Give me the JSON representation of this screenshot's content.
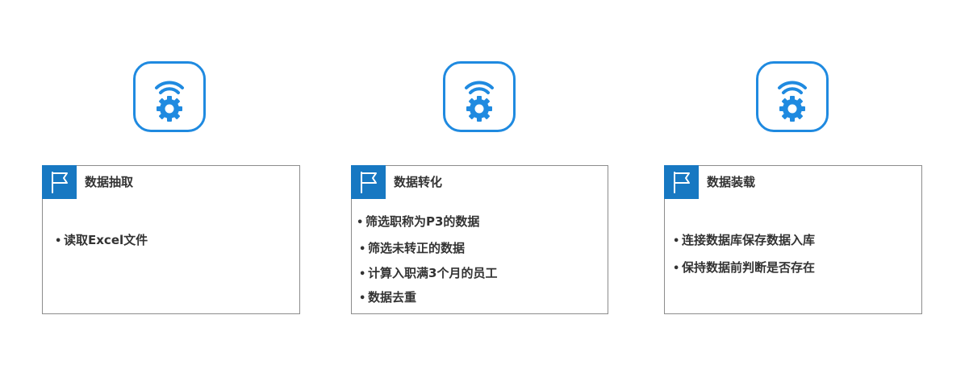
{
  "theme": {
    "icon_stroke": "#1f8ae0",
    "flag_fill": "#1778c2",
    "border": "#8c8c8c",
    "text": "#333333"
  },
  "stages": [
    {
      "icon": "iot-gear-signal-icon",
      "flag_icon": "flag-icon",
      "title": "数据抽取",
      "items": [
        "读取Excel文件"
      ]
    },
    {
      "icon": "iot-gear-signal-icon",
      "flag_icon": "flag-icon",
      "title": "数据转化",
      "items": [
        "筛选职称为P3的数据",
        "筛选未转正的数据",
        "计算入职满3个月的员工",
        "数据去重"
      ]
    },
    {
      "icon": "iot-gear-signal-icon",
      "flag_icon": "flag-icon",
      "title": "数据装载",
      "items": [
        "连接数据库保存数据入库",
        "保持数据前判断是否存在"
      ]
    }
  ]
}
